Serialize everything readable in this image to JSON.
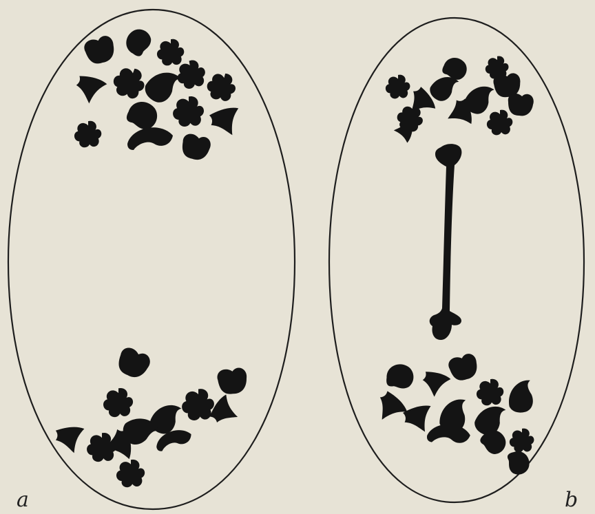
{
  "figure": {
    "panels": [
      {
        "id": "a",
        "label": "a"
      },
      {
        "id": "b",
        "label": "b"
      }
    ]
  },
  "colors": {
    "background": "#e7e3d6",
    "ink": "#141414"
  }
}
